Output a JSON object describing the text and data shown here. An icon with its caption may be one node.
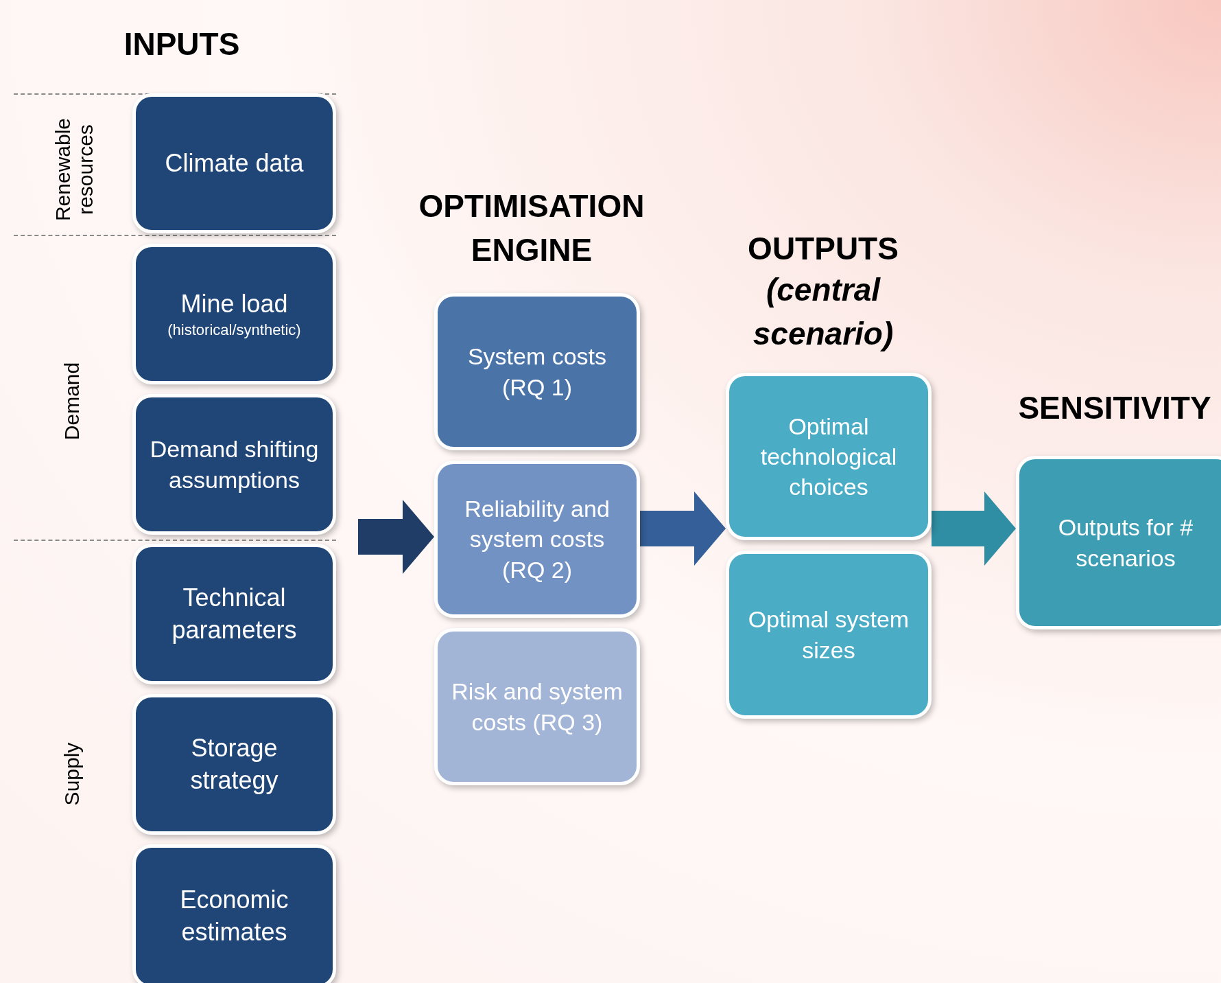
{
  "diagram": {
    "nodes": [
      {
        "text": [
          "Climate data"
        ]
      },
      {
        "text": [
          "Mine load",
          "(historical/synthetic)"
        ]
      },
      {
        "text": [
          "Demand shifting assumptions"
        ]
      },
      {
        "text": [
          "Technical parameters"
        ]
      },
      {
        "text": [
          "Storage strategy"
        ]
      },
      {
        "text": [
          "Economic estimates"
        ]
      },
      {
        "text": [
          "System costs (RQ 1)"
        ]
      },
      {
        "text": [
          "Reliability and system costs (RQ 2)"
        ]
      },
      {
        "text": [
          "Risk and system costs (RQ 3)"
        ]
      },
      {
        "text": [
          "Optimal technological choices"
        ]
      },
      {
        "text": [
          "Optimal system sizes"
        ]
      },
      {
        "text": [
          "Outputs for # scenarios"
        ]
      }
    ],
    "edges": [
      {
        "from": null,
        "to": 7,
        "arrow": "to",
        "color": "#1f3d66"
      },
      {
        "from": 7,
        "to": 9,
        "arrow": "to",
        "color": "#355f98"
      },
      {
        "from": 9,
        "to": 11,
        "arrow": "to",
        "color": "#2f8ea3"
      }
    ],
    "labels": [
      "INPUTS",
      "Renewable resources",
      "Demand",
      "Supply",
      "OPTIMISATION ENGINE",
      "OUTPUTS",
      "(central scenario)",
      "SENSITIVITY"
    ]
  }
}
